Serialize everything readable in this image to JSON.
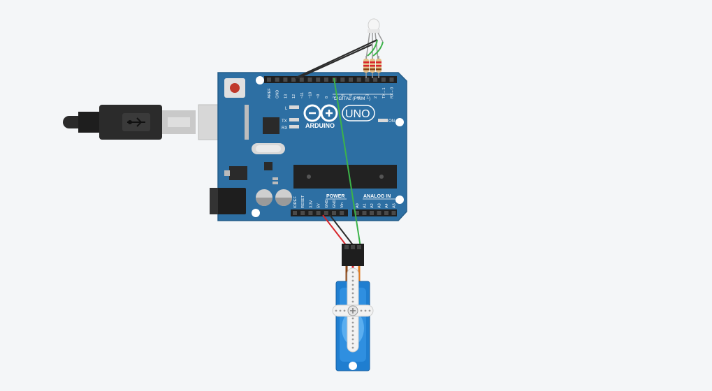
{
  "board": {
    "brand": "ARDUINO",
    "model": "UNO",
    "digital_header": "DIGITAL (PWM ~)",
    "power_header": "POWER",
    "analog_header": "ANALOG IN",
    "led_l": "L",
    "led_tx": "TX",
    "led_rx": "RX",
    "led_on": "ON",
    "digital_pins": [
      "AREF",
      "GND",
      "13",
      "12",
      "~11",
      "~10",
      "~9",
      "8",
      "7",
      "~6",
      "~5",
      "4",
      "~3",
      "2",
      "TX→1",
      "RX←0"
    ],
    "power_pins": [
      "IOREF",
      "RESET",
      "3.3V",
      "5V",
      "GND",
      "GND",
      "Vin"
    ],
    "analog_pins": [
      "A0",
      "A1",
      "A2",
      "A3",
      "A4",
      "A5"
    ]
  },
  "colors": {
    "board": "#2d6fa3",
    "workspace": "#f4f6f8",
    "wire_ground": "#2b2b2b",
    "wire_signal": "#3cb34a",
    "wire_power": "#d8262c",
    "servo_body": "#1f7ed0"
  },
  "components": {
    "usb_plug": "usb-cable",
    "led": "rgb-led",
    "resistors": 3,
    "servo": "micro-servo"
  }
}
